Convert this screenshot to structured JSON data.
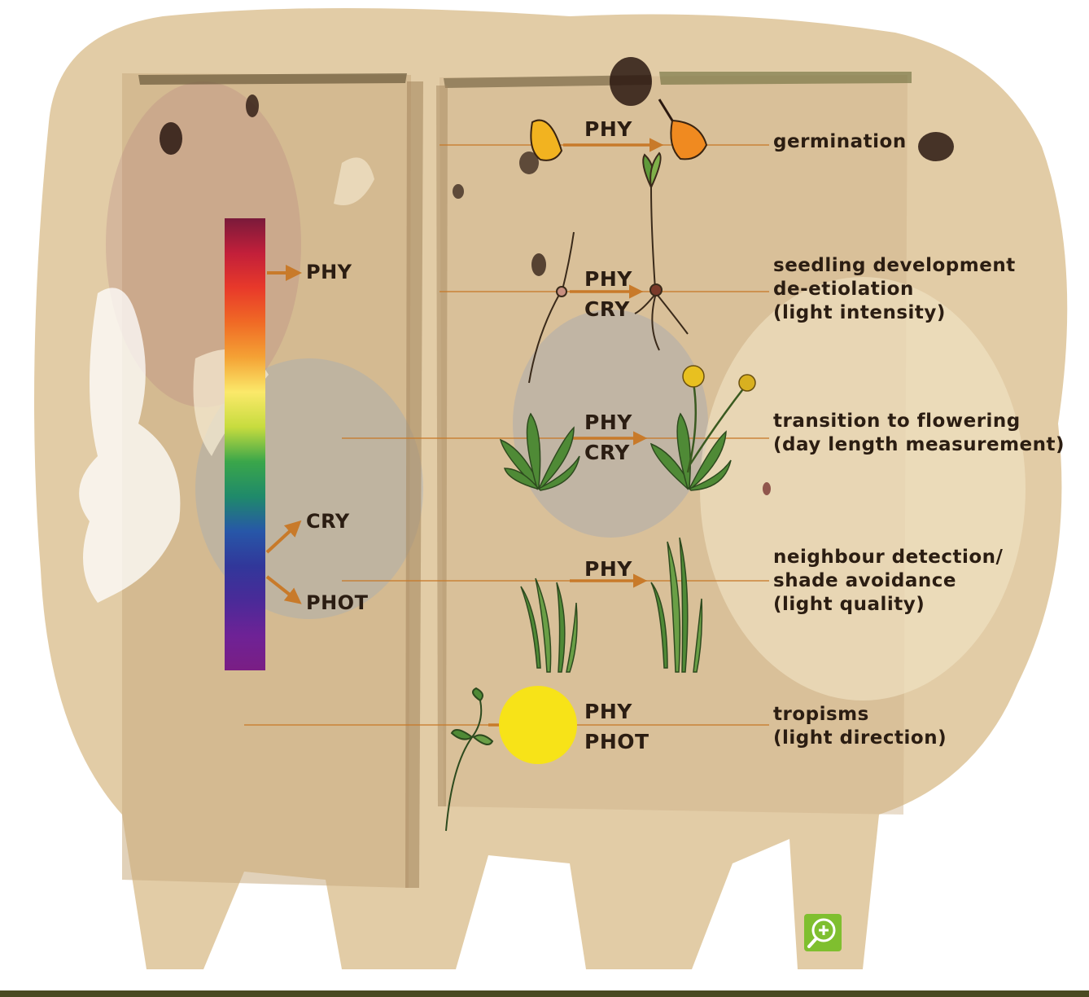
{
  "spectrum": {
    "colors": [
      "#7a1a3a",
      "#c21f3a",
      "#e8392a",
      "#f06a25",
      "#f4a235",
      "#fbe96a",
      "#c7dc3e",
      "#3aa64a",
      "#1f8a6a",
      "#2757a8",
      "#31379a",
      "#4a2a98",
      "#6e2296",
      "#7a1e84"
    ],
    "receptors": {
      "red": "PHY",
      "blue": "CRY",
      "uv": "PHOT"
    }
  },
  "rows": [
    {
      "photoreceptors": [
        "PHY"
      ],
      "function_lines": [
        "germination"
      ]
    },
    {
      "photoreceptors": [
        "PHY",
        "CRY"
      ],
      "function_lines": [
        "seedling development",
        "de-etiolation",
        "(light intensity)"
      ]
    },
    {
      "photoreceptors": [
        "PHY",
        "CRY"
      ],
      "function_lines": [
        "transition to flowering",
        "(day length measurement)"
      ]
    },
    {
      "photoreceptors": [
        "PHY"
      ],
      "function_lines": [
        "neighbour detection/",
        "shade avoidance",
        "(light quality)"
      ]
    },
    {
      "photoreceptors": [
        "PHY",
        "PHOT"
      ],
      "function_lines": [
        "tropisms",
        "(light direction)"
      ]
    }
  ],
  "colors": {
    "arrow": "#c87a2a",
    "paper": "#d8bf97",
    "sun": "#f7e318",
    "leaf": "#5f9a3a",
    "zoom_button": "#7fbf2f",
    "footer_bar": "#4a4a22"
  },
  "icons": {
    "zoom": "zoom-in-icon"
  }
}
